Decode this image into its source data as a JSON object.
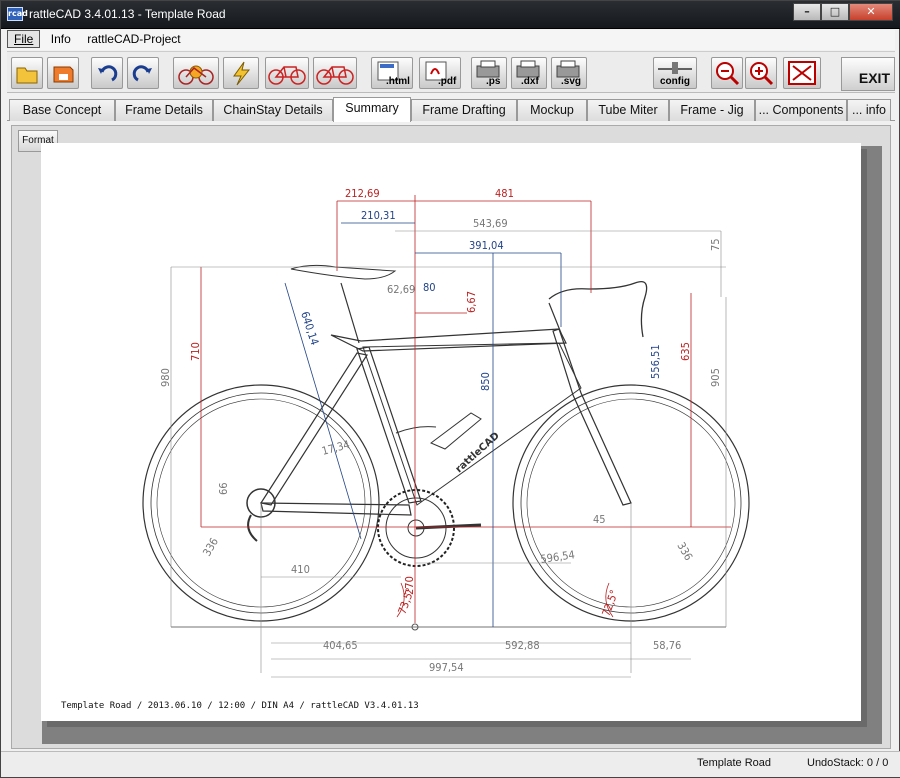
{
  "window": {
    "title": "rattleCAD  3.4.01.13 - Template Road",
    "app_icon_text": "rcad"
  },
  "menu": {
    "items": [
      "File",
      "Info",
      "rattleCAD-Project"
    ]
  },
  "toolbar": {
    "html_label": ".html",
    "pdf_label": ".pdf",
    "ps_label": ".ps",
    "dxf_label": ".dxf",
    "svg_label": ".svg",
    "config_label": "config",
    "exit_label": "EXIT"
  },
  "tabs": [
    {
      "label": "Base Concept"
    },
    {
      "label": "Frame Details"
    },
    {
      "label": "ChainStay Details"
    },
    {
      "label": "Summary"
    },
    {
      "label": "Frame Drafting"
    },
    {
      "label": "Mockup"
    },
    {
      "label": "Tube Miter"
    },
    {
      "label": "Frame - Jig"
    },
    {
      "label": "... Components"
    },
    {
      "label": "... info"
    }
  ],
  "selected_tab": "Summary",
  "format_button": "Format",
  "drawing": {
    "dimensions": {
      "d212": "212,69",
      "d481": "481",
      "d210": "210,31",
      "d543": "543,69",
      "d391": "391,04",
      "d75": "75",
      "d62": "62,69",
      "d80": "80",
      "d6": "6,67",
      "d710": "710",
      "d980": "980",
      "d640": "640,14",
      "d850": "850",
      "d556": "556,51",
      "d635": "635",
      "d905": "905",
      "d17": "17,34",
      "d66": "66",
      "d45": "45",
      "d336a": "336",
      "d336b": "336",
      "d410": "410",
      "d270": "270",
      "d596": "596,54",
      "d73": "73,5°",
      "d72": "72,5°",
      "d404": "404,65",
      "d592": "592,88",
      "d58": "58,76",
      "d997": "997,54",
      "decal": "rattleCAD"
    },
    "footer": "Template Road   /   2013.06.10 / 12:00   /  DIN A4 /   rattleCAD   V3.4.01.13"
  },
  "status": {
    "project": "Template Road",
    "undo": "UndoStack:  0 /  0"
  }
}
